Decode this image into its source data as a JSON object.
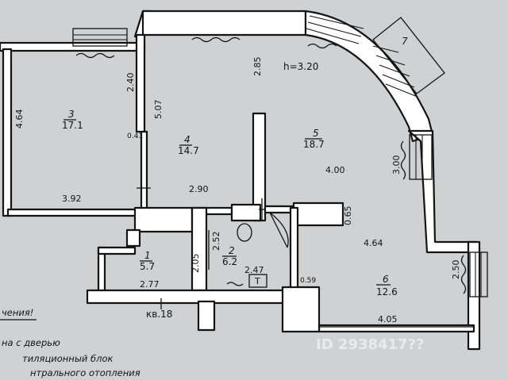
{
  "plan": {
    "ceiling_height": "h=3.20",
    "apartment": "кв.18",
    "rooms": [
      {
        "id": "room-3",
        "number": "3",
        "area": "17.1"
      },
      {
        "id": "room-4",
        "number": "4",
        "area": "14.7"
      },
      {
        "id": "room-5",
        "number": "5",
        "area": "18.7"
      },
      {
        "id": "room-1",
        "number": "1",
        "area": "5.7"
      },
      {
        "id": "room-2",
        "number": "2",
        "area": "6.2"
      },
      {
        "id": "room-6",
        "number": "6",
        "area": "12.6"
      },
      {
        "id": "room-7",
        "number": "7",
        "area": ""
      }
    ],
    "dimensions": [
      "4.64",
      "2.40",
      "0.41",
      "3.92",
      "5.07",
      "2.85",
      "2.90",
      "4.00",
      "3.00",
      "0.65",
      "4.64",
      "2.52",
      "2.05",
      "2.47",
      "2.77",
      "0.59",
      "2.50",
      "4.05"
    ],
    "fixture_letter": "T",
    "legend_fragments": [
      "чения!",
      "на с дверью",
      "тиляционный блок",
      "нтрального отопления"
    ],
    "watermark": "ID 2938417??"
  },
  "colors": {
    "wall": "#ffffff",
    "ink": "#141414",
    "paper": "#cfd1d3"
  }
}
